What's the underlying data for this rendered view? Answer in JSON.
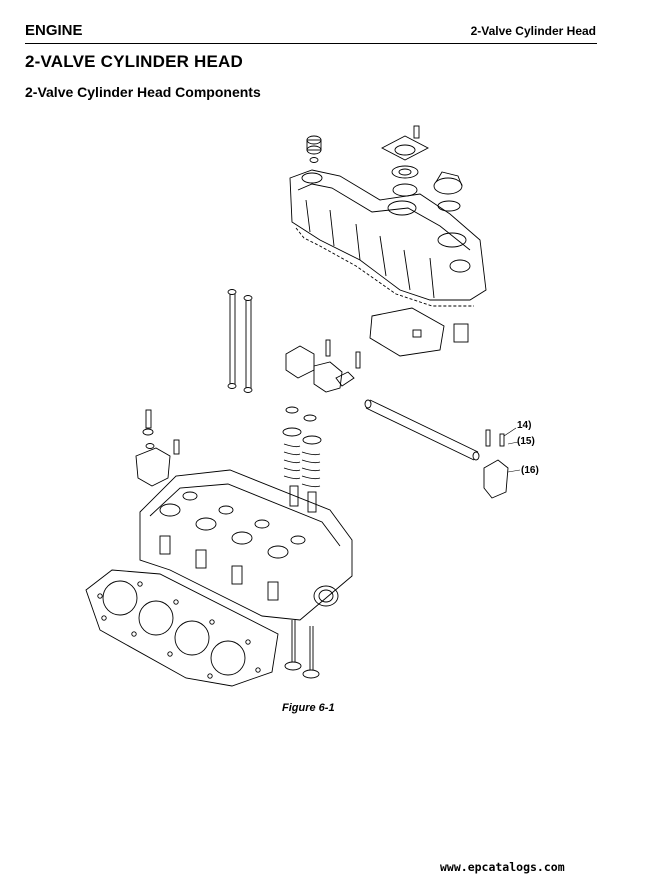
{
  "header": {
    "section": "ENGINE",
    "title": "2-Valve Cylinder Head"
  },
  "page_title": "2-VALVE CYLINDER HEAD",
  "section_title": "2-Valve Cylinder Head Components",
  "figure": {
    "callouts": [
      "14)",
      "(15)",
      "(16)"
    ],
    "caption": "Figure 6-1"
  },
  "footer": {
    "url": "www.epcatalogs.com"
  }
}
